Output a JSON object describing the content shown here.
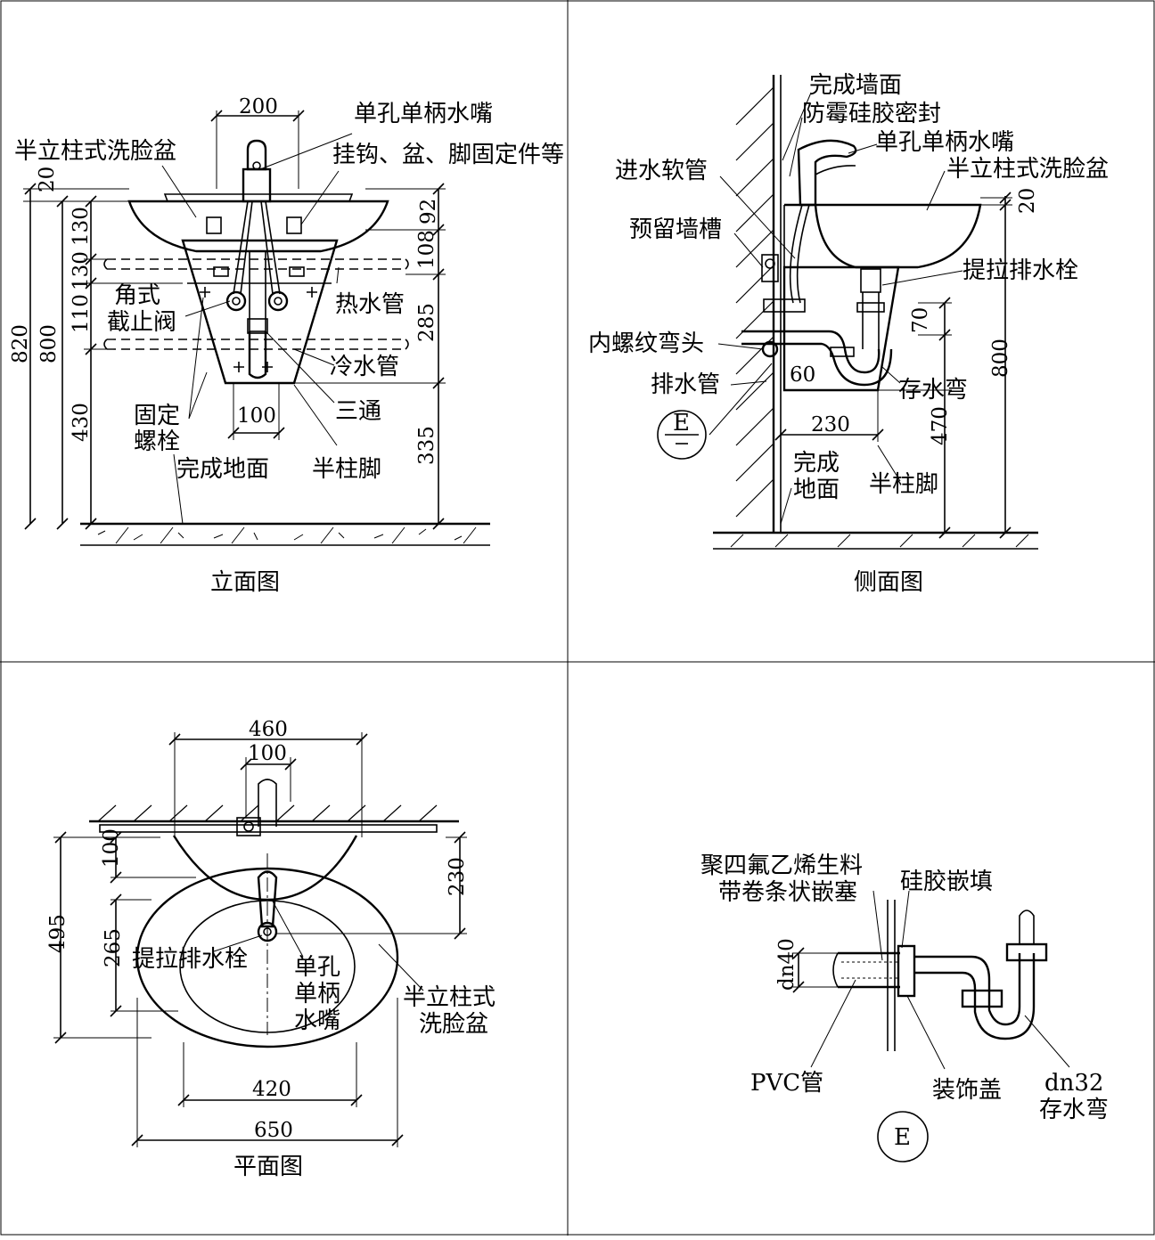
{
  "elevation": {
    "title": "立面图",
    "labels": {
      "faucet": "单孔单柄水嘴",
      "basin": "半立柱式洗脸盆",
      "hook": "挂钩、盆、脚固定件等",
      "angle_valve_1": "角式",
      "angle_valve_2": "截止阀",
      "hot_pipe": "热水管",
      "cold_pipe": "冷水管",
      "tee": "三通",
      "bolt_1": "固定",
      "bolt_2": "螺栓",
      "floor": "完成地面",
      "pedestal": "半柱脚"
    },
    "dims": {
      "d200": "200",
      "d20": "20",
      "d820": "820",
      "d800": "800",
      "d130a": "130",
      "d130b": "130",
      "d110": "110",
      "d430": "430",
      "d92": "92",
      "d108": "108",
      "d285": "285",
      "d335": "335",
      "d100": "100"
    }
  },
  "side": {
    "title": "侧面图",
    "labels": {
      "wall": "完成墙面",
      "seal": "防霉硅胶密封",
      "faucet": "单孔单柄水嘴",
      "basin": "半立柱式洗脸盆",
      "hose": "进水软管",
      "slot": "预留墙槽",
      "drain_plug": "提拉排水栓",
      "elbow": "内螺纹弯头",
      "drain_pipe": "排水管",
      "trap": "存水弯",
      "floor_1": "完成",
      "floor_2": "地面",
      "pedestal": "半柱脚",
      "marker": "E"
    },
    "dims": {
      "d20": "20",
      "d70": "70",
      "d60": "60",
      "d800": "800",
      "d230": "230",
      "d470": "470"
    }
  },
  "plan": {
    "title": "平面图",
    "labels": {
      "drain_plug": "提拉排水栓",
      "faucet_1": "单孔",
      "faucet_2": "单柄",
      "faucet_3": "水嘴",
      "basin_1": "半立柱式",
      "basin_2": "洗脸盆"
    },
    "dims": {
      "d460": "460",
      "d100a": "100",
      "d100b": "100",
      "d495": "495",
      "d265": "265",
      "d230": "230",
      "d420": "420",
      "d650": "650"
    }
  },
  "detail": {
    "labels": {
      "ptfe_1": "聚四氟乙烯生料",
      "ptfe_2": "带卷条状嵌塞",
      "silicone": "硅胶嵌填",
      "dn40": "dn40",
      "pvc": "PVC管",
      "cover": "装饰盖",
      "trap_1": "dn32",
      "trap_2": "存水弯",
      "marker": "E"
    }
  }
}
